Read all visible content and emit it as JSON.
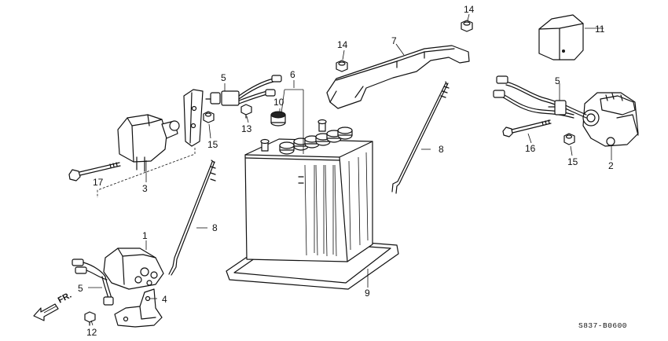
{
  "callouts": {
    "c1": "1",
    "c2": "2",
    "c3": "3",
    "c4": "4",
    "c5a": "5",
    "c5b": "5",
    "c5c": "5",
    "c6": "6",
    "c7": "7",
    "c8a": "8",
    "c8b": "8",
    "c9": "9",
    "c10": "10",
    "c11": "11",
    "c12": "12",
    "c13": "13",
    "c14a": "14",
    "c14b": "14",
    "c15a": "15",
    "c15b": "15",
    "c16": "16",
    "c17": "17"
  },
  "direction_label": "FR.",
  "diagram_code": "S837-B0600"
}
